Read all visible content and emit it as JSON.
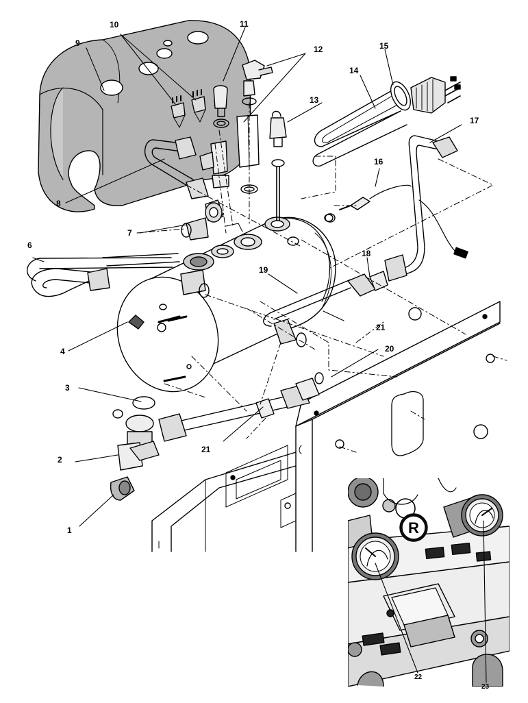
{
  "callouts": [
    {
      "id": "c1",
      "text": "1"
    },
    {
      "id": "c2",
      "text": "2"
    },
    {
      "id": "c3",
      "text": "3"
    },
    {
      "id": "c4",
      "text": "4"
    },
    {
      "id": "c6",
      "text": "6"
    },
    {
      "id": "c7",
      "text": "7"
    },
    {
      "id": "c8",
      "text": "8"
    },
    {
      "id": "c9",
      "text": "9"
    },
    {
      "id": "c10",
      "text": "10"
    },
    {
      "id": "c11",
      "text": "11"
    },
    {
      "id": "c12",
      "text": "12"
    },
    {
      "id": "c13",
      "text": "13"
    },
    {
      "id": "c14",
      "text": "14"
    },
    {
      "id": "c15",
      "text": "15"
    },
    {
      "id": "c16",
      "text": "16"
    },
    {
      "id": "c17",
      "text": "17"
    },
    {
      "id": "c18",
      "text": "18"
    },
    {
      "id": "c19",
      "text": "19"
    },
    {
      "id": "c20",
      "text": "20"
    },
    {
      "id": "c21a",
      "text": "21"
    },
    {
      "id": "c21b",
      "text": "21"
    },
    {
      "id": "c22",
      "text": "22"
    },
    {
      "id": "c23",
      "text": "23"
    }
  ],
  "inset_badge_letter": "R"
}
